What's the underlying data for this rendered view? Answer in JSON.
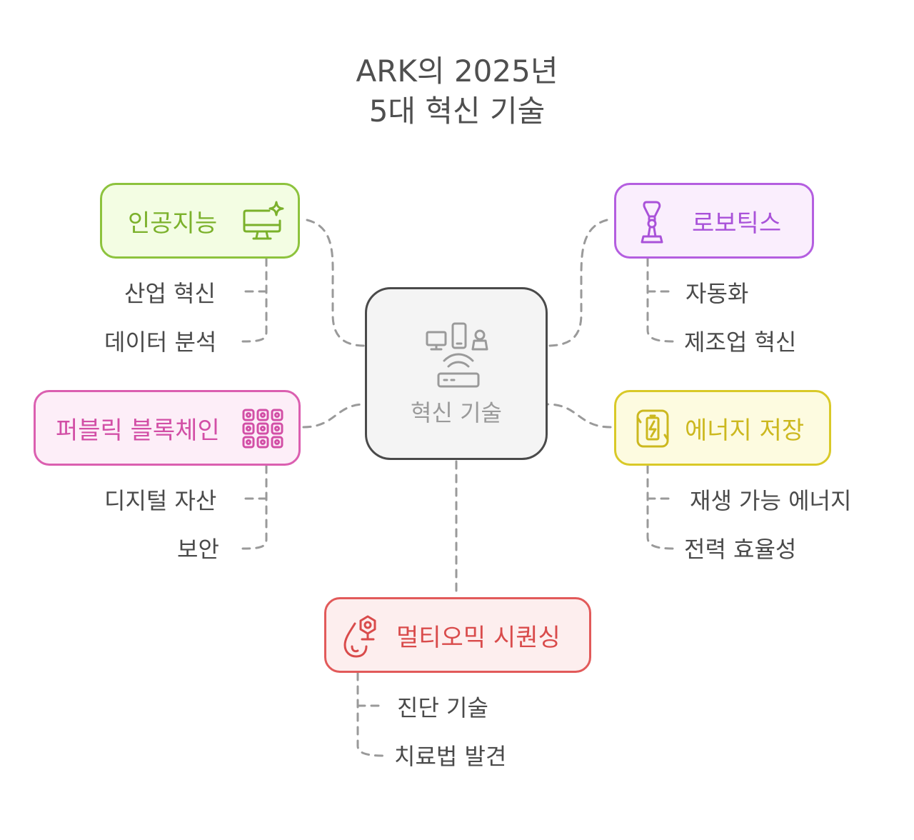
{
  "title": {
    "line1": "ARK의 2025년",
    "line2": "5대 혁신 기술"
  },
  "center": {
    "label": "혁신 기술",
    "icon": "devices-network-icon"
  },
  "nodes": {
    "ai": {
      "label": "인공지능",
      "icon": "ai-monitor-icon",
      "color": "#8dc33d",
      "subs": [
        "산업 혁신",
        "데이터 분석"
      ]
    },
    "robotics": {
      "label": "로보틱스",
      "icon": "robot-arm-icon",
      "color": "#b45ee0",
      "subs": [
        "자동화",
        "제조업 혁신"
      ]
    },
    "blockchain": {
      "label": "퍼블릭 블록체인",
      "icon": "blockchain-grid-icon",
      "color": "#db5fb0",
      "subs": [
        "디지털 자산",
        "보안"
      ]
    },
    "energy": {
      "label": "에너지 저장",
      "icon": "battery-cycle-icon",
      "color": "#d9c928",
      "subs": [
        "재생 가능 에너지",
        "전력 효율성"
      ]
    },
    "multiomics": {
      "label": "멀티오믹 시퀀싱",
      "icon": "dna-drop-icon",
      "color": "#e25a5a",
      "subs": [
        "진단 기술",
        "치료법 발견"
      ]
    }
  }
}
